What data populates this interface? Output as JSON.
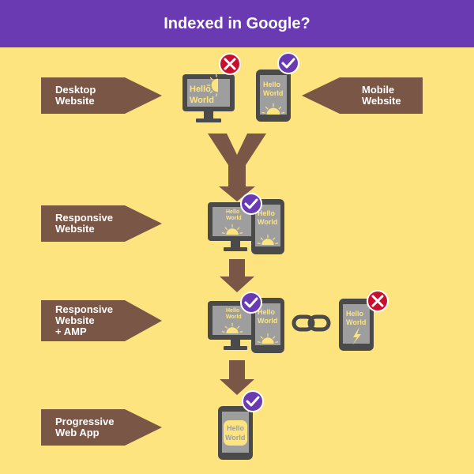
{
  "title": "Indexed in Google?",
  "labels": {
    "desktop": [
      "Desktop",
      "Website"
    ],
    "mobile": [
      "Mobile",
      "Website"
    ],
    "responsive": [
      "Responsive",
      "Website"
    ],
    "responsive_amp": [
      "Responsive",
      "Website",
      "+ AMP"
    ],
    "pwa": [
      "Progressive",
      "Web App"
    ]
  },
  "screen_text": [
    "Hello",
    "World"
  ],
  "indexed": {
    "desktop_website": false,
    "mobile_website": true,
    "responsive_website": true,
    "responsive_amp_website": true,
    "amp_page": false,
    "progressive_web_app": true
  },
  "colors": {
    "header": "#6a3ab2",
    "background": "#fde47f",
    "tag": "#7a5646",
    "arrow": "#7a5646",
    "check": "#6a3ab2",
    "cross": "#c8102e",
    "device": "#4a4a4a",
    "screen": "#9e9e9e"
  },
  "icons": [
    "check-icon",
    "cross-icon",
    "link-icon",
    "lightning-icon",
    "desktop-icon",
    "phone-icon"
  ]
}
